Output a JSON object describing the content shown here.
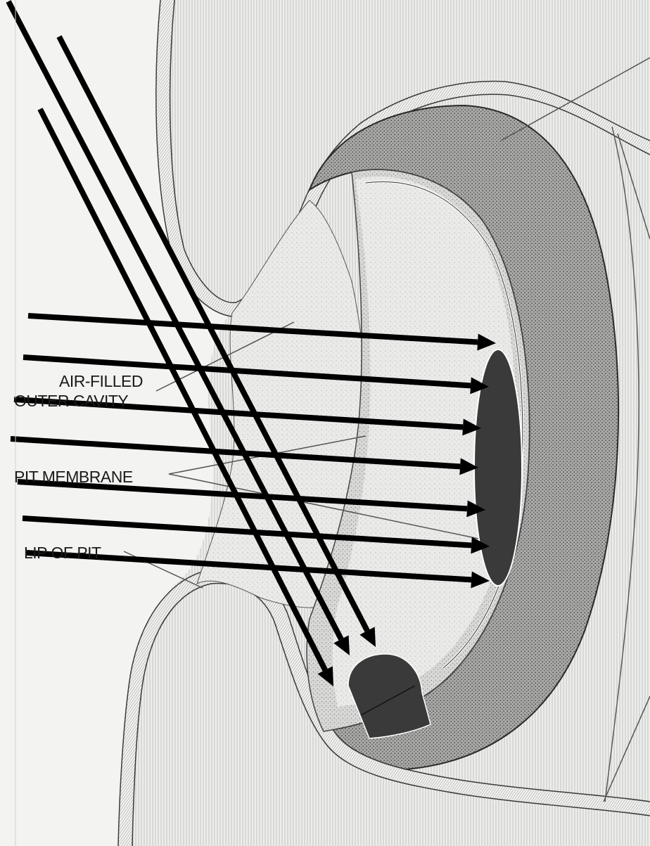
{
  "labels": {
    "air_filled_line1": "AIR-FILLED",
    "air_filled_line2": "OUTER CAVITY",
    "pit_membrane": "PIT MEMBRANE",
    "lip_of_pit": "LIP OF PIT"
  },
  "colors": {
    "ink": "#000000",
    "target_fill": "#3a3a3a",
    "paper": "#f6f6f4",
    "tissue_dark": "#8f8f8f",
    "tissue_mid": "#c4c4c4",
    "tissue_light": "#e4e4e4"
  },
  "arrows": {
    "horizontal_count": 7,
    "diagonal_count": 3
  }
}
